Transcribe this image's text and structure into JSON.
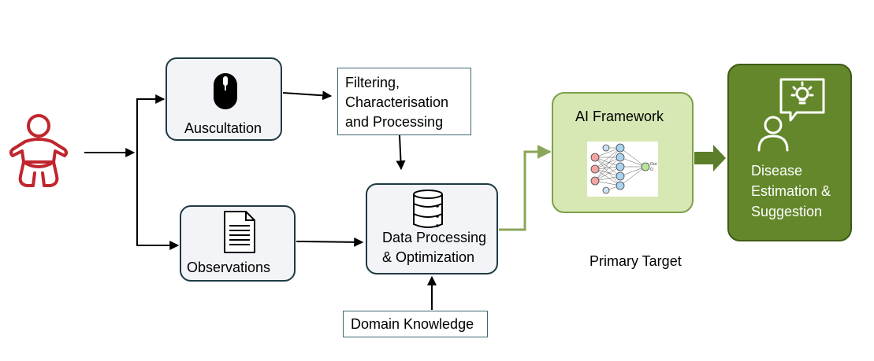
{
  "nodes": {
    "auscultation": {
      "label": "Auscultation",
      "icon": "mouse-icon"
    },
    "observations": {
      "label": "Observations",
      "icon": "document-icon"
    },
    "filtering": {
      "lines": [
        "Filtering,",
        "Characterisation",
        "and Processing"
      ]
    },
    "data_processing": {
      "lines": [
        "Data Processing",
        "& Optimization"
      ],
      "icon": "database-icon"
    },
    "domain_knowledge": {
      "label": "Domain Knowledge"
    },
    "ai_framework": {
      "label": "AI Framework",
      "icon": "neural-network-icon",
      "net_label": "Out\nO"
    },
    "disease": {
      "lines": [
        "Disease",
        "Estimation &",
        "Suggestion"
      ],
      "icon": "person-idea-icon"
    },
    "baby": {
      "icon": "baby-icon"
    }
  },
  "annotations": {
    "primary_target": "Primary Target"
  },
  "colors": {
    "baby": "#c0262d",
    "box_border": "#1f3a44",
    "box_fill": "#f2f4f7",
    "ai_fill": "#d7e8b4",
    "ai_border": "#7e9f4a",
    "disease_fill": "#63872a",
    "green_line": "#8aa65a",
    "green_arrow": "#5c7d2a"
  }
}
